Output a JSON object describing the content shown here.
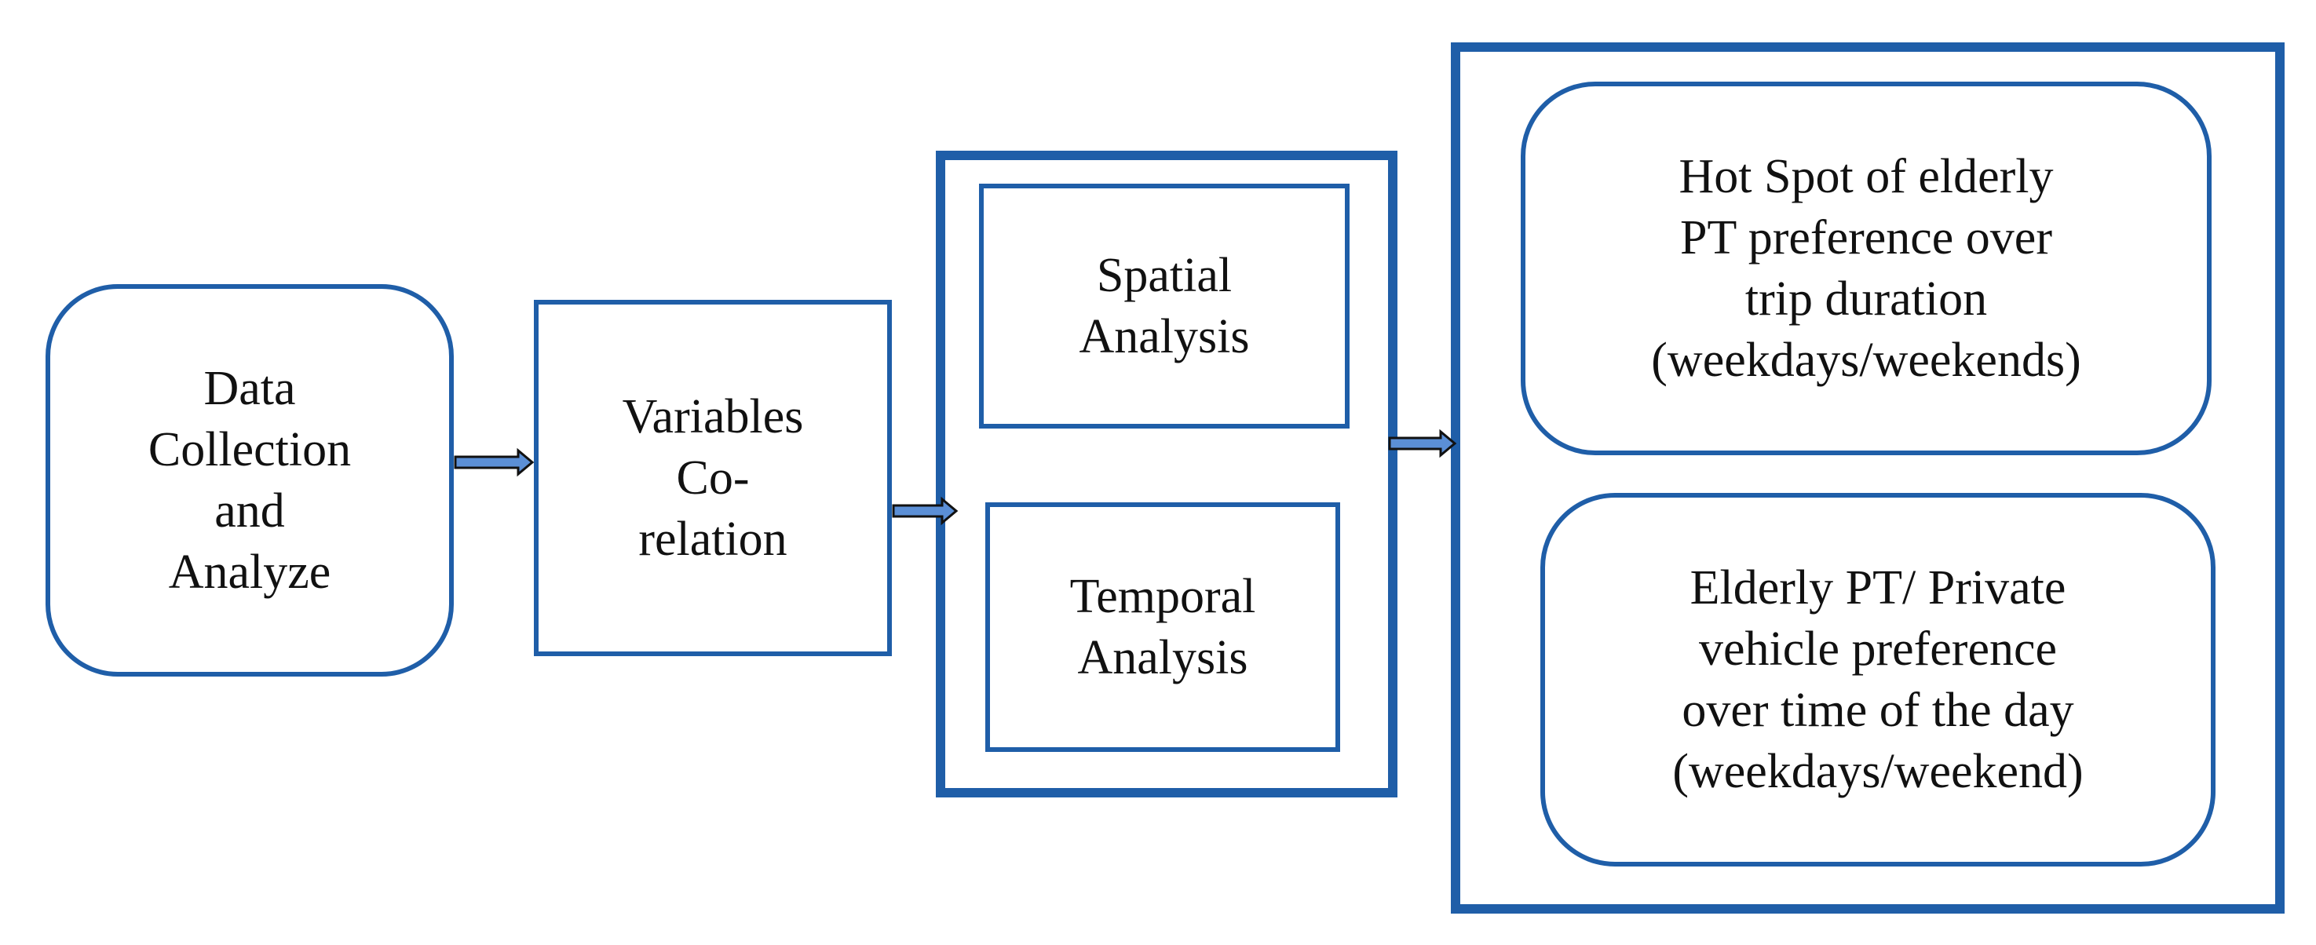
{
  "colors": {
    "box_border": "#1f5ea8",
    "arrow_fill": "#5b8fd6",
    "arrow_outline": "#111111",
    "text": "#111111"
  },
  "nodes": [
    {
      "id": "data-collection",
      "label": "Data\nCollection\nand\nAnalyze",
      "shape": "rounded-rectangle"
    },
    {
      "id": "variables-correlation",
      "label": "Variables\nCo-\nrelation",
      "shape": "rectangle"
    },
    {
      "id": "spatial-analysis",
      "label": "Spatial\nAnalysis",
      "shape": "rectangle"
    },
    {
      "id": "temporal-analysis",
      "label": "Temporal\nAnalysis",
      "shape": "rectangle"
    },
    {
      "id": "hot-spot",
      "label": "Hot Spot of elderly\nPT preference over\ntrip duration\n(weekdays/weekends)",
      "shape": "rounded-rectangle"
    },
    {
      "id": "vehicle-preference",
      "label": "Elderly PT/ Private\nvehicle preference\nover time of the day\n(weekdays/weekend)",
      "shape": "rounded-rectangle"
    }
  ],
  "groups": [
    {
      "id": "analysis-group",
      "contains": [
        "spatial-analysis",
        "temporal-analysis"
      ]
    },
    {
      "id": "results-group",
      "contains": [
        "hot-spot",
        "vehicle-preference"
      ]
    }
  ],
  "edges": [
    {
      "from": "data-collection",
      "to": "variables-correlation",
      "style": "double-line-arrow"
    },
    {
      "from": "variables-correlation",
      "to": "analysis-group",
      "style": "double-line-arrow"
    },
    {
      "from": "analysis-group",
      "to": "results-group",
      "style": "double-line-arrow"
    }
  ]
}
